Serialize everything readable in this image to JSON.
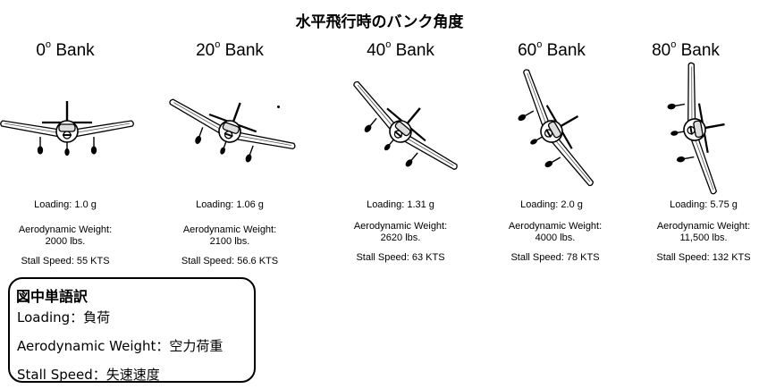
{
  "title": "水平飛行時のバンク角度",
  "banks": [
    {
      "angle": "0",
      "bank_word": "Bank",
      "loading": "Loading: 1.0 g",
      "weight_label": "Aerodynamic Weight:",
      "weight_value": "2000 lbs.",
      "stall": "Stall Speed: 55 KTS",
      "roll_deg": 0
    },
    {
      "angle": "20",
      "bank_word": "Bank",
      "loading": "Loading: 1.06 g",
      "weight_label": "Aerodynamic Weight:",
      "weight_value": "2100 lbs.",
      "stall": "Stall Speed: 56.6 KTS",
      "roll_deg": 20
    },
    {
      "angle": "40",
      "bank_word": "Bank",
      "loading": "Loading: 1.31 g",
      "weight_label": "Aerodynamic Weight:",
      "weight_value": "2620 lbs.",
      "stall": "Stall Speed: 63 KTS",
      "roll_deg": 40
    },
    {
      "angle": "60",
      "bank_word": "Bank",
      "loading": "Loading: 2.0 g",
      "weight_label": "Aerodynamic Weight:",
      "weight_value": "4000 lbs.",
      "stall": "Stall Speed: 78 KTS",
      "roll_deg": 60
    },
    {
      "angle": "80",
      "bank_word": "Bank",
      "loading": "Loading: 5.75 g",
      "weight_label": "Aerodynamic Weight:",
      "weight_value": "11,500 lbs.",
      "stall": "Stall Speed: 132 KTS",
      "roll_deg": 80
    }
  ],
  "legend": {
    "title": "図中単語訳",
    "rows": [
      "Loading：負荷",
      "Aerodynamic Weight：空力荷重",
      "Stall Speed：失速速度"
    ]
  }
}
